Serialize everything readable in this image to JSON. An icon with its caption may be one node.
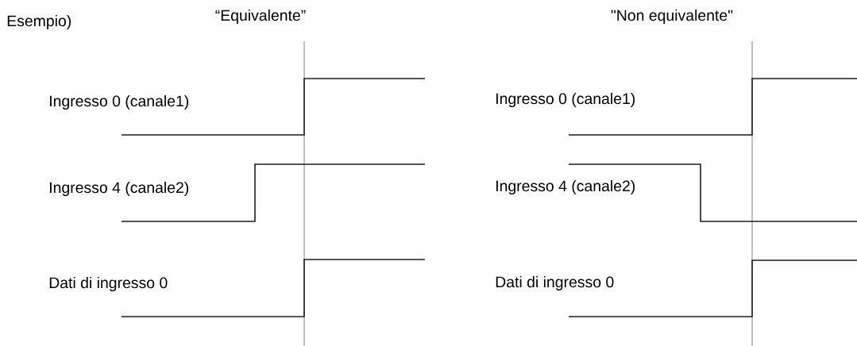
{
  "diagram": {
    "labels": [
      "Esempio)",
      "“Equivalente”",
      "\"Non equivalente\"",
      "Ingresso 0 (canale1)",
      "Ingresso 0 (canale1)",
      "Ingresso 4 (canale2)",
      "Ingresso 4 (canale2)",
      "Dati di ingresso 0",
      "Dati di ingresso 0"
    ]
  }
}
